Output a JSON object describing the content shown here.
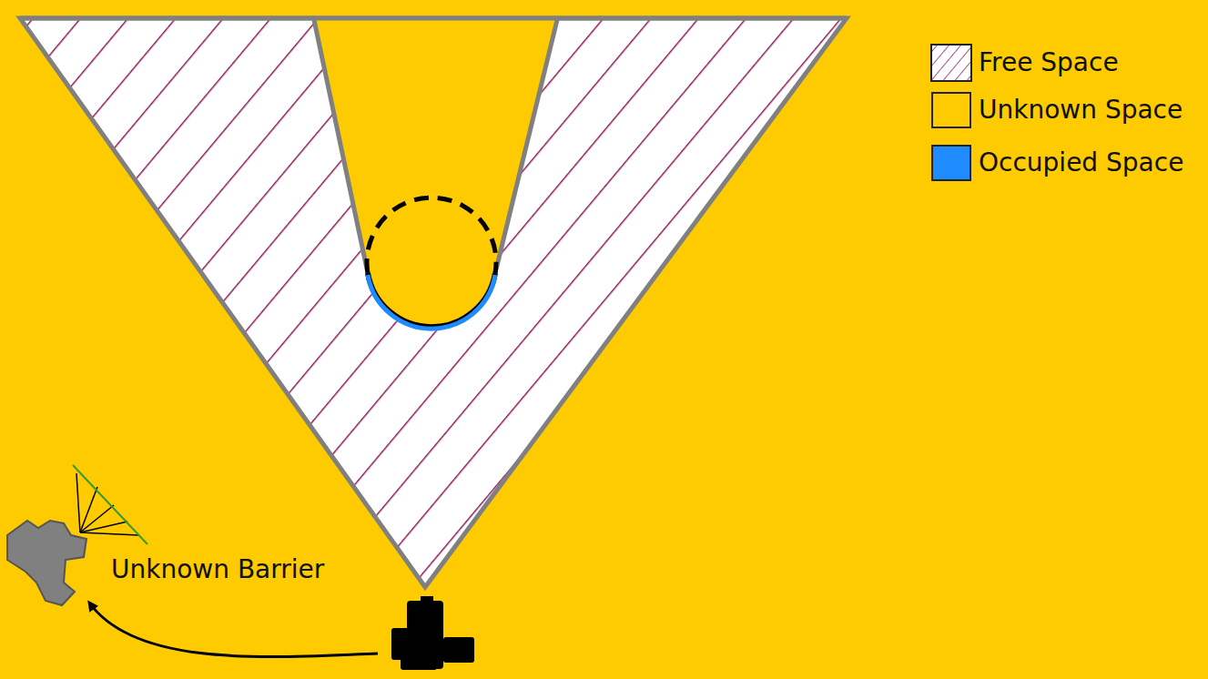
{
  "diagram": {
    "labels": [
      "Unknown Barrier"
    ],
    "legend": [
      {
        "text": "Free Space"
      },
      {
        "text": "Unknown Space",
        "color": "#FECB00"
      },
      {
        "text": "Occupied Space",
        "color": "#1E8CFF"
      }
    ]
  }
}
